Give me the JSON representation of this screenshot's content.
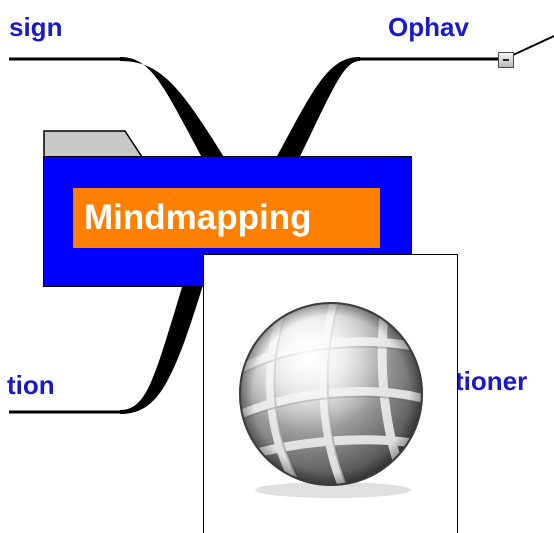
{
  "mindmap": {
    "central_node": {
      "label": "Mindmapping",
      "box_color": "#0000ff",
      "label_bg_color": "#ff8000",
      "label_text_color": "#ffffff"
    },
    "branches": [
      {
        "id": "top-left",
        "label": "sign"
      },
      {
        "id": "top-right",
        "label": "Ophav"
      },
      {
        "id": "bottom-left",
        "label": "tion"
      },
      {
        "id": "bottom-right",
        "label": "tioner"
      }
    ],
    "branch_color": "#1919cc",
    "line_color": "#000000",
    "collapse_icon": "collapse-minus-icon"
  },
  "popup": {
    "icon": "globe-icon"
  }
}
